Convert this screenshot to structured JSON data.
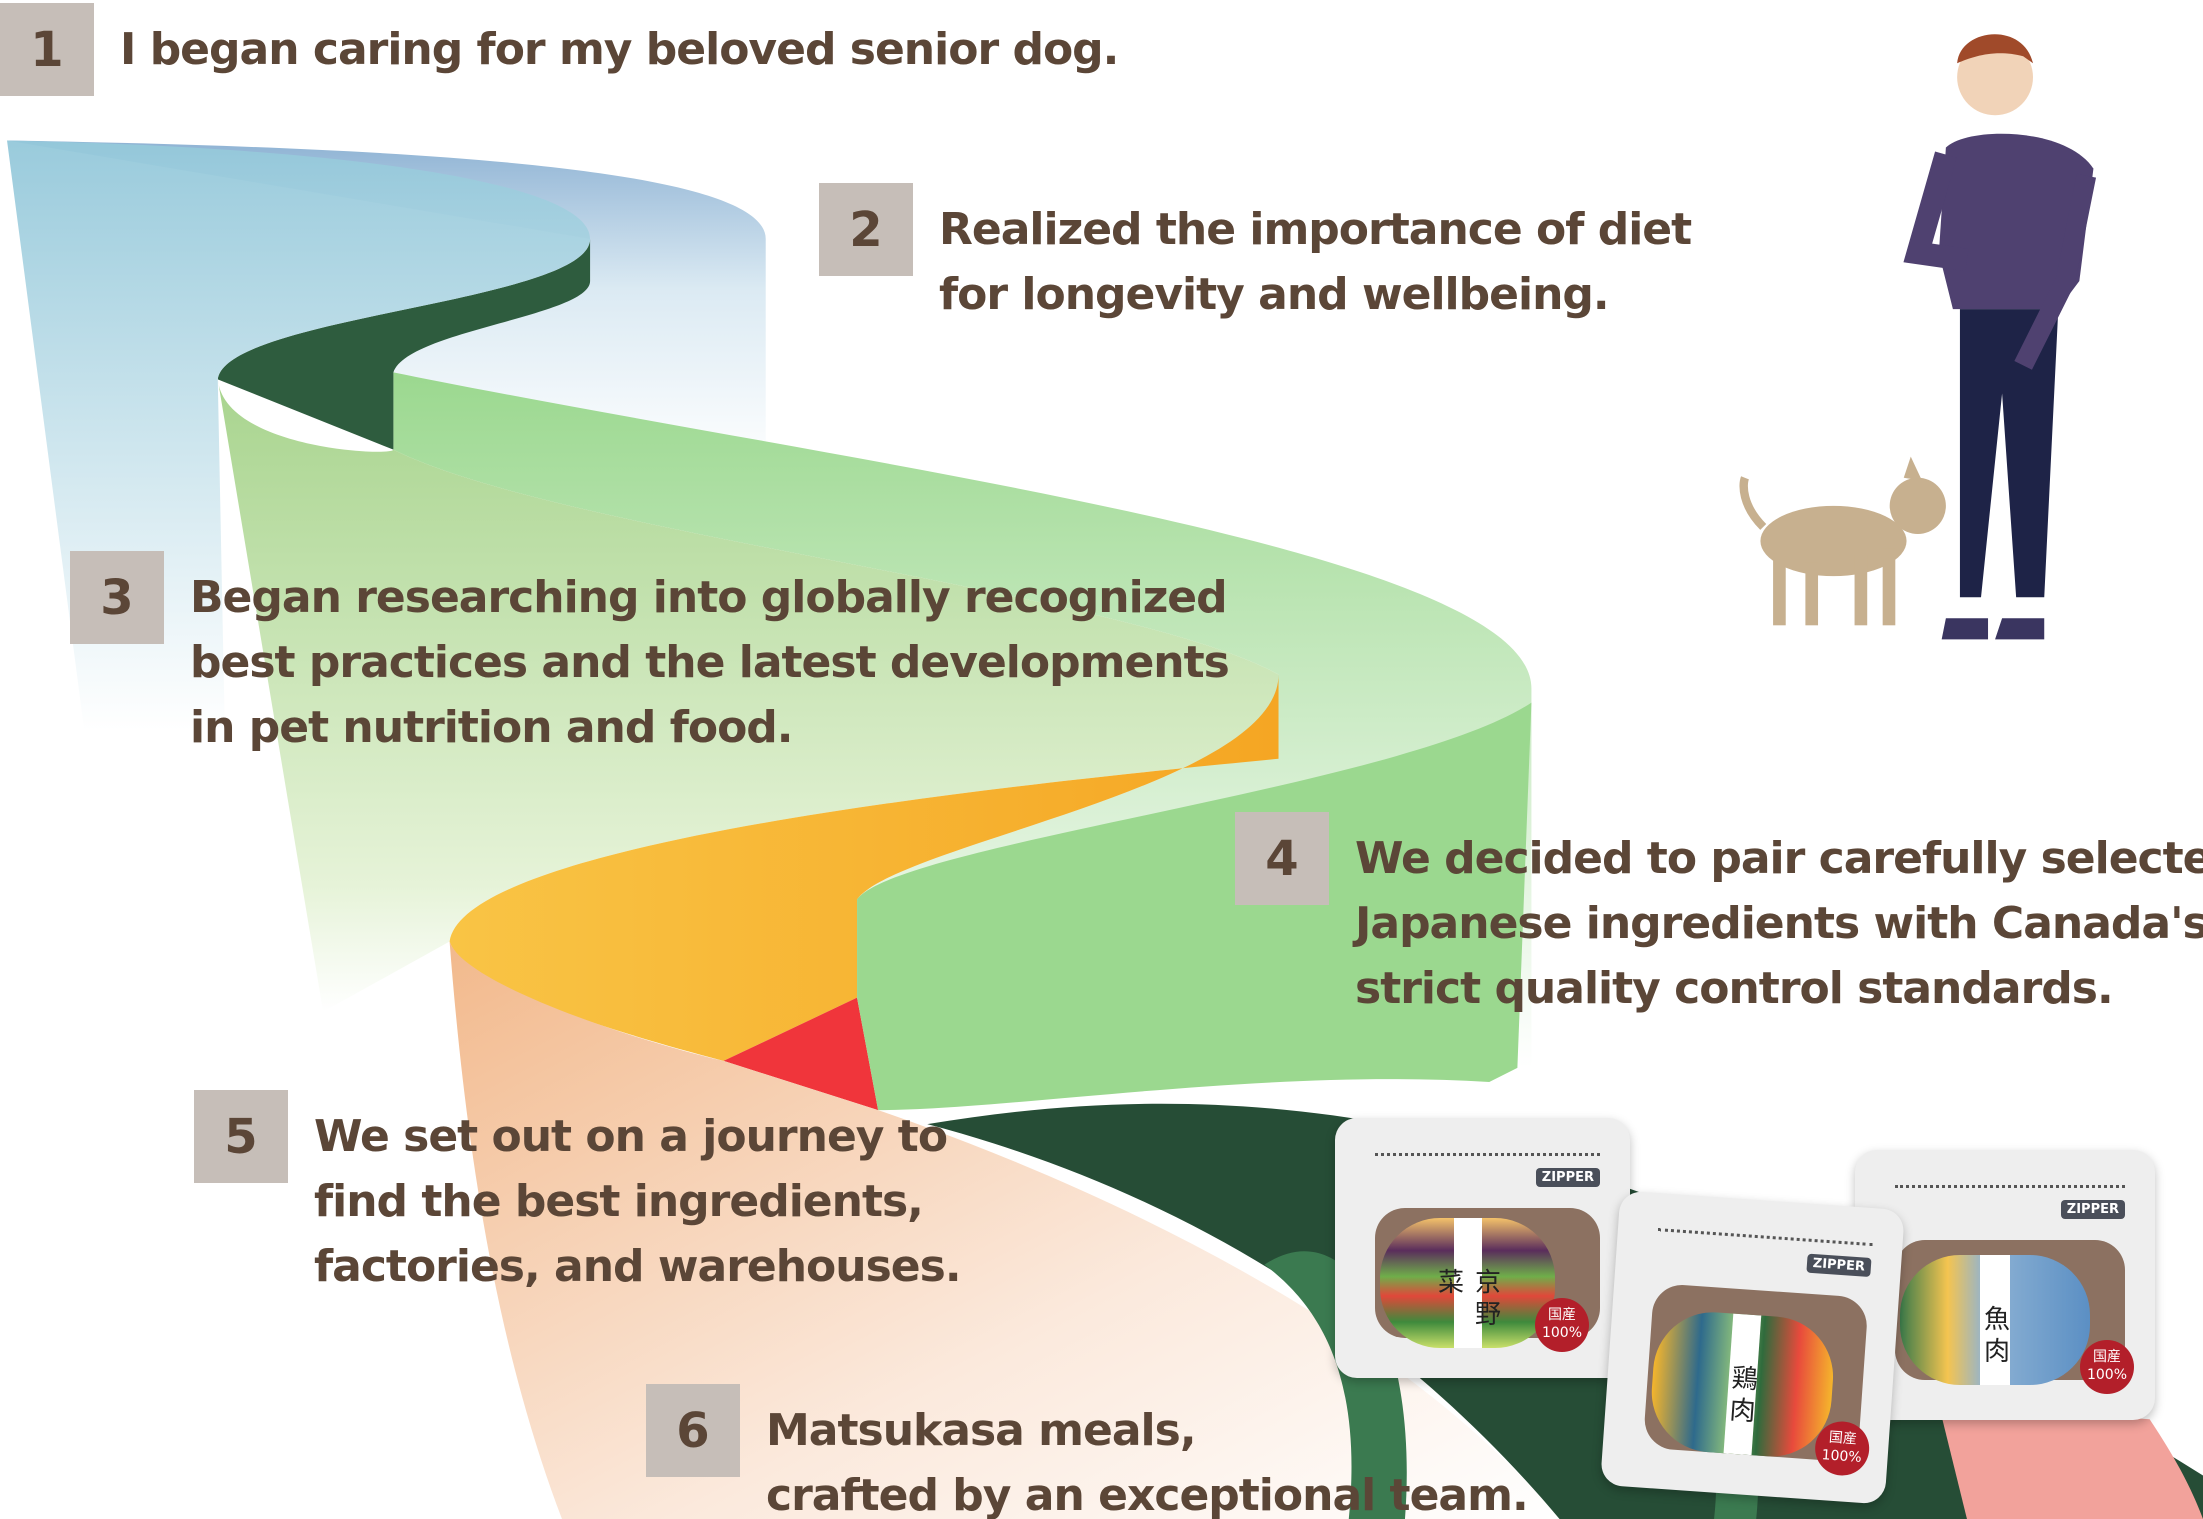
{
  "steps": [
    {
      "num": "1",
      "lines": [
        "I began caring for my beloved senior dog."
      ]
    },
    {
      "num": "2",
      "lines": [
        "Realized the importance of diet",
        "for longevity and wellbeing."
      ]
    },
    {
      "num": "3",
      "lines": [
        "Began researching into globally recognized",
        "best practices and the latest developments",
        "in pet nutrition and food."
      ]
    },
    {
      "num": "4",
      "lines": [
        "We decided to pair carefully selected",
        "Japanese ingredients with Canada's",
        "strict quality control standards."
      ]
    },
    {
      "num": "5",
      "lines": [
        "We set out on a journey to",
        "find the best ingredients,",
        "factories, and warehouses."
      ]
    },
    {
      "num": "6",
      "lines": [
        "Matsukasa meals,",
        "crafted by an exceptional team."
      ]
    }
  ],
  "bags": [
    {
      "zipper": "ZIPPER",
      "name": "京野菜",
      "seal_top": "国産",
      "seal_bottom": "100%"
    },
    {
      "zipper": "ZIPPER",
      "name": "鶏肉",
      "seal_top": "国産",
      "seal_bottom": "100%"
    },
    {
      "zipper": "ZIPPER",
      "name": "魚肉",
      "seal_top": "国産",
      "seal_bottom": "100%"
    }
  ],
  "colors": {
    "text": "#5b4637",
    "badge": "#c6beb8",
    "blue": "#8fb3d4",
    "dark_green": "#264d36",
    "green": "#9bd88f",
    "orange": "#f5a623",
    "red": "#f0353b",
    "peach": "#f4c7a0",
    "pink": "#f2a29b"
  }
}
